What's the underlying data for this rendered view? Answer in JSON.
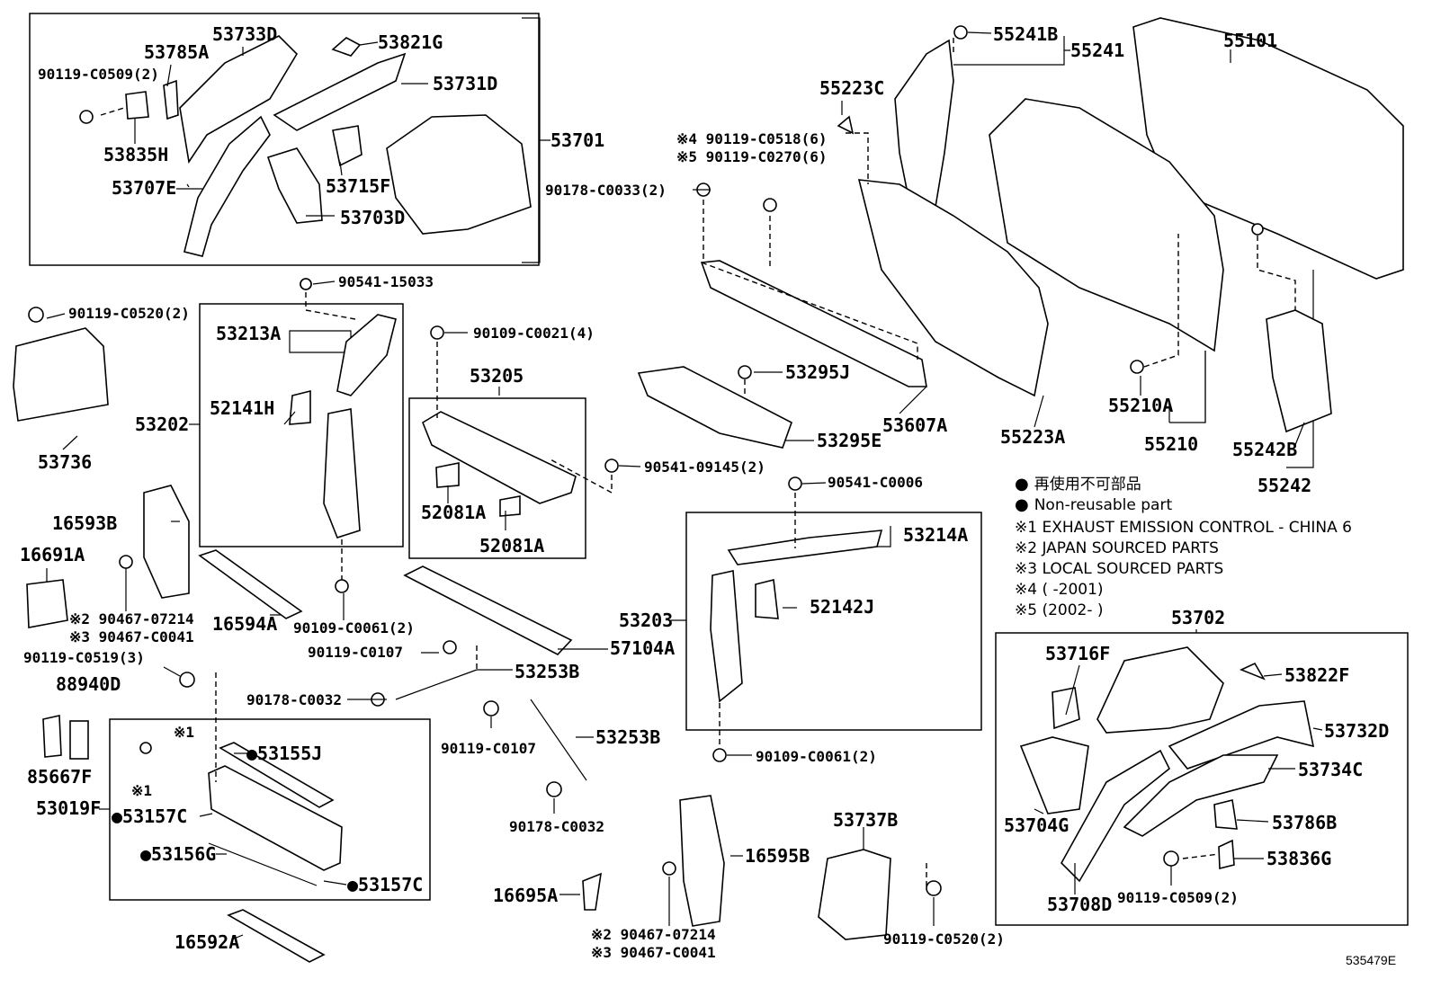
{
  "labels": {
    "p53733D": "53733D",
    "p53785A": "53785A",
    "p53821G": "53821G",
    "p90119_C0509_2a": "90119-C0509(2)",
    "p53731D": "53731D",
    "p53835H": "53835H",
    "p53701": "53701",
    "p53707E": "53707E",
    "p53715F": "53715F",
    "p53703D": "53703D",
    "p90541_15033": "90541-15033",
    "p90119_C0520_2a": "90119-C0520(2)",
    "p53213A": "53213A",
    "p52141H": "52141H",
    "p53202": "53202",
    "p53736": "53736",
    "p16593B": "16593B",
    "p16691A": "16691A",
    "p90467_07214a": "※2 90467-07214",
    "p90467_C0041a": "※3 90467-C0041",
    "p16594A": "16594A",
    "p90109_C0061_2a": "90109-C0061(2)",
    "p90119_C0519_3": "90119-C0519(3)",
    "p88940D": "88940D",
    "p85667F": "85667F",
    "p53019F": "53019F",
    "pX1a": "※1",
    "pX1b": "※1",
    "p53155J": "●53155J",
    "p53157Ca": "●53157C",
    "p53156G": "●53156G",
    "p53157Cb": "●53157C",
    "p16592A": "16592A",
    "p90109_C0021_4": "90109-C0021(4)",
    "p53205": "53205",
    "p52081Aa": "52081A",
    "p52081Ab": "52081A",
    "p90541_09145_2": "90541-09145(2)",
    "p90119_C0107a": "90119-C0107",
    "p57104A": "57104A",
    "p53253Ba": "53253B",
    "p90178_C0032a": "90178-C0032",
    "p90119_C0107b": "90119-C0107",
    "p53253Bb": "53253B",
    "p90178_C0032b": "90178-C0032",
    "p16695A": "16695A",
    "p16595B": "16595B",
    "p90467_07214b": "※2 90467-07214",
    "p90467_C0041b": "※3 90467-C0041",
    "p90119_C0518_6": "※4 90119-C0518(6)",
    "p90119_C0270_6": "※5 90119-C0270(6)",
    "p90178_C0033_2": "90178-C0033(2)",
    "p53295J": "53295J",
    "p53295E": "53295E",
    "p53607A": "53607A",
    "p55223C": "55223C",
    "p55241B": "55241B",
    "p55241": "55241",
    "p55101": "55101",
    "p55223A": "55223A",
    "p55210A": "55210A",
    "p55210": "55210",
    "p55242B": "55242B",
    "p55242": "55242",
    "p90541_C0006": "90541-C0006",
    "p53214A": "53214A",
    "p52142J": "52142J",
    "p53203": "53203",
    "p90109_C0061_2b": "90109-C0061(2)",
    "p53737B": "53737B",
    "p90119_C0520_2b": "90119-C0520(2)",
    "p53702": "53702",
    "p53716F": "53716F",
    "p53822F": "53822F",
    "p53732D": "53732D",
    "p53734C": "53734C",
    "p53704G": "53704G",
    "p53786B": "53786B",
    "p53836G": "53836G",
    "p90119_C0509_2b": "90119-C0509(2)",
    "p53708D": "53708D"
  },
  "notes": {
    "jp": "再使用不可部品",
    "en": "Non-reusable part",
    "n1": "※1 EXHAUST EMISSION CONTROL - CHINA 6",
    "n2": "※2 JAPAN SOURCED PARTS",
    "n3": "※3 LOCAL SOURCED PARTS",
    "n4": "※4 (    -2001)",
    "n5": "※5 (2002-    )"
  },
  "footer": {
    "code": "535479E"
  }
}
